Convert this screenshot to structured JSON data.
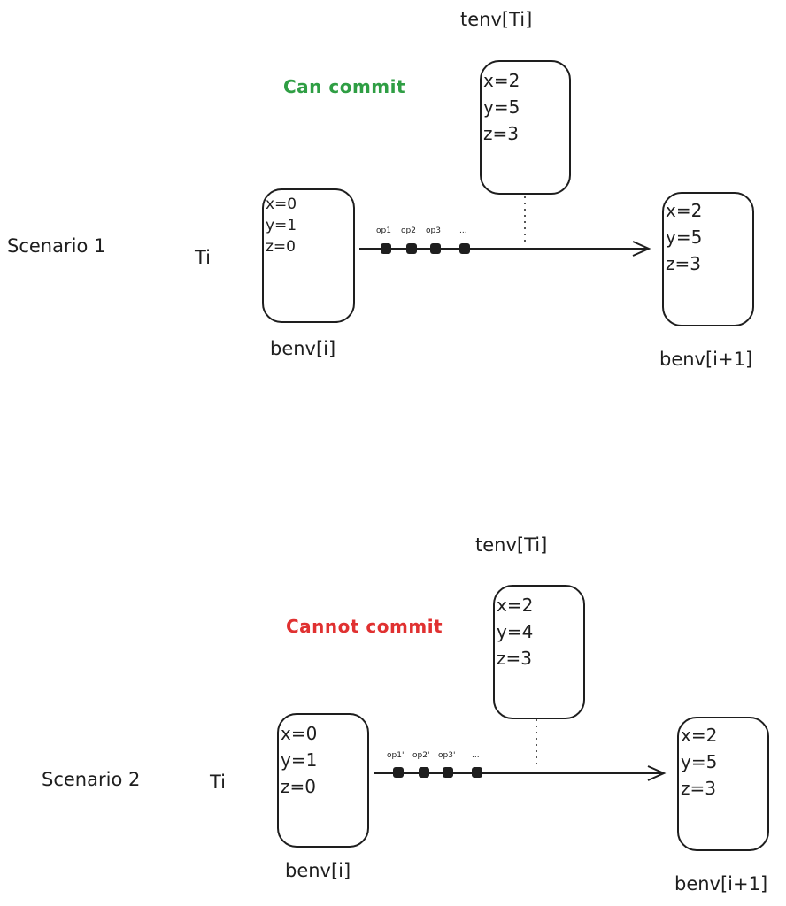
{
  "scenarios": [
    {
      "title": "Scenario 1",
      "transaction": "Ti",
      "status": "Can commit",
      "status_color": "#2f9e44",
      "tenv_label": "tenv[Ti]",
      "tenv": [
        "x=2",
        "y=5",
        "z=3"
      ],
      "benv_start_label": "benv[i]",
      "benv_start": [
        "x=0",
        "y=1",
        "z=0"
      ],
      "benv_end_label": "benv[i+1]",
      "benv_end": [
        "x=2",
        "y=5",
        "z=3"
      ],
      "ops": [
        "op1",
        "op2",
        "op3",
        "..."
      ]
    },
    {
      "title": "Scenario 2",
      "transaction": "Ti",
      "status": "Cannot commit",
      "status_color": "#e03131",
      "tenv_label": "tenv[Ti]",
      "tenv": [
        "x=2",
        "y=4",
        "z=3"
      ],
      "benv_start_label": "benv[i]",
      "benv_start": [
        "x=0",
        "y=1",
        "z=0"
      ],
      "benv_end_label": "benv[i+1]",
      "benv_end": [
        "x=2",
        "y=5",
        "z=3"
      ],
      "ops": [
        "op1'",
        "op2'",
        "op3'",
        "..."
      ]
    }
  ]
}
